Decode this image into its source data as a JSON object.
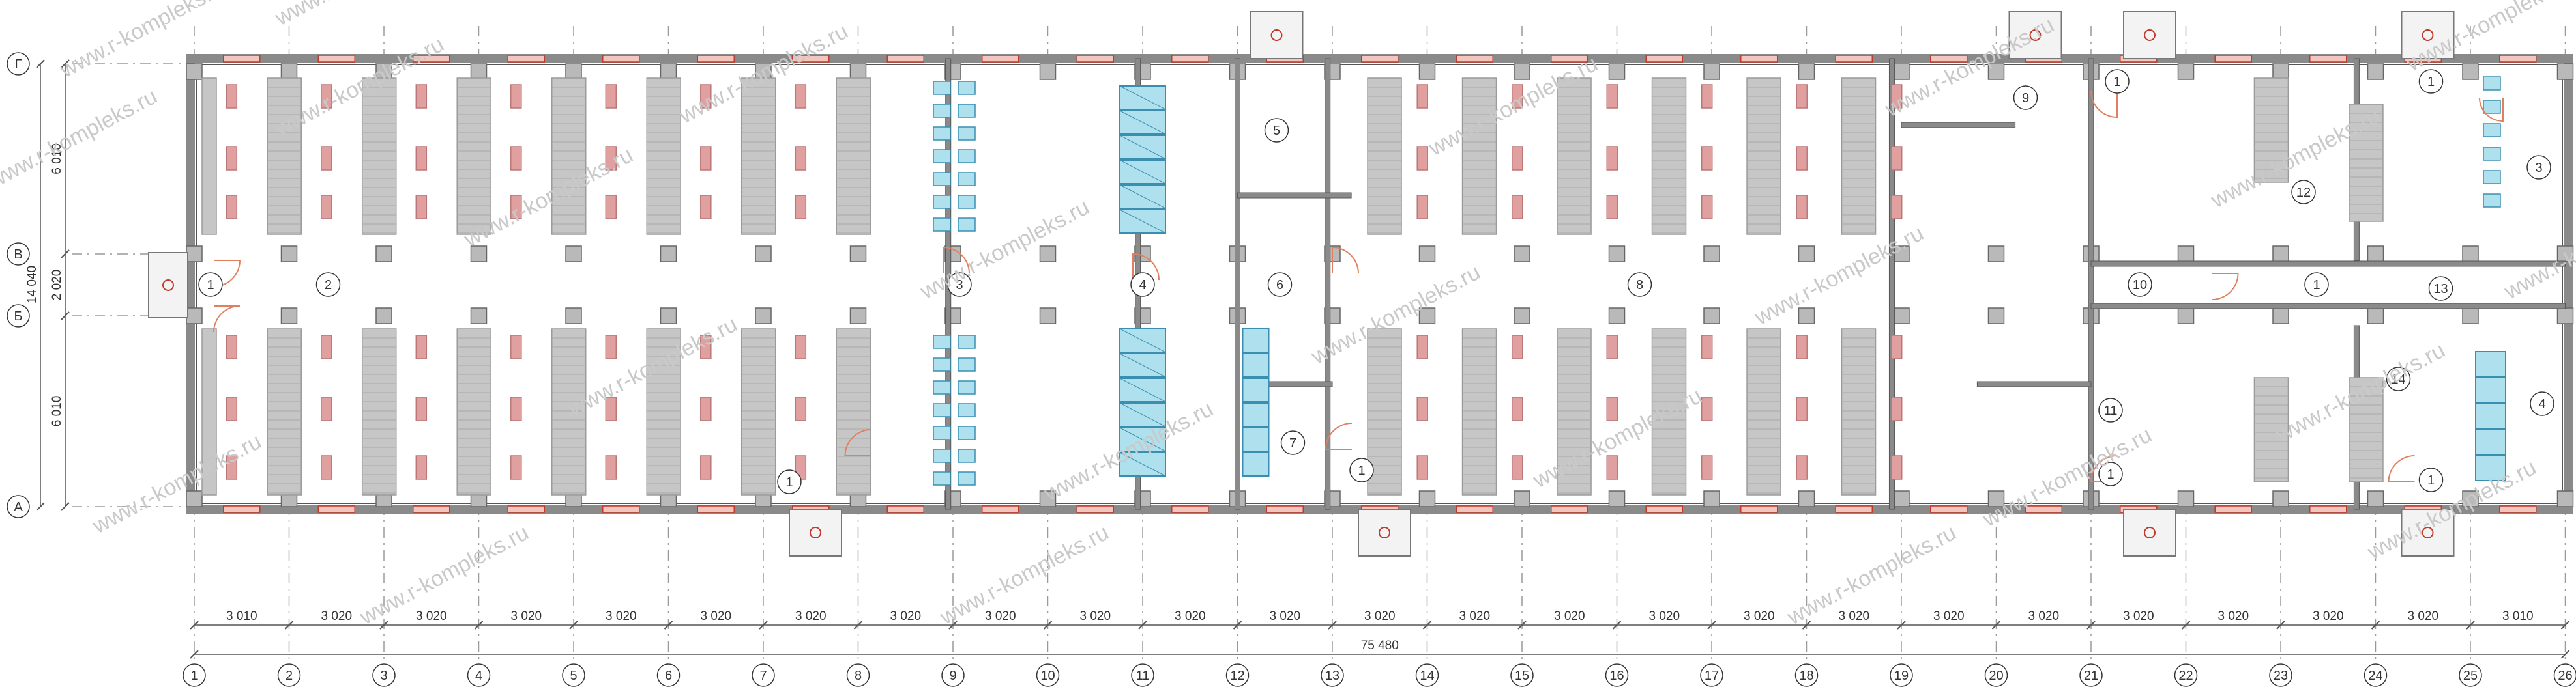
{
  "axes": {
    "numbers": [
      "1",
      "2",
      "3",
      "4",
      "5",
      "6",
      "7",
      "8",
      "9",
      "10",
      "11",
      "12",
      "13",
      "14",
      "15",
      "16",
      "17",
      "18",
      "19",
      "20",
      "21",
      "22",
      "23",
      "24",
      "25",
      "26"
    ],
    "letters": [
      {
        "label": "Г"
      },
      {
        "label": "В"
      },
      {
        "label": "Б"
      },
      {
        "label": "А"
      }
    ]
  },
  "dimensions": {
    "spans": [
      "3 010",
      "3 020",
      "3 020",
      "3 020",
      "3 020",
      "3 020",
      "3 020",
      "3 020",
      "3 020",
      "3 020",
      "3 020",
      "3 020",
      "3 020",
      "3 020",
      "3 020",
      "3 020",
      "3 020",
      "3 020",
      "3 020",
      "3 020",
      "3 020",
      "3 020",
      "3 020",
      "3 020",
      "3 010"
    ],
    "total": "75 480",
    "left": {
      "spans": [
        "6 010",
        "2 020",
        "6 010"
      ],
      "total": "14 040"
    }
  },
  "rooms": [
    {
      "id": "1"
    },
    {
      "id": "2"
    },
    {
      "id": "3"
    },
    {
      "id": "4"
    },
    {
      "id": "5"
    },
    {
      "id": "6"
    },
    {
      "id": "7"
    },
    {
      "id": "1"
    },
    {
      "id": "8"
    },
    {
      "id": "9"
    },
    {
      "id": "1"
    },
    {
      "id": "10"
    },
    {
      "id": "11"
    },
    {
      "id": "1"
    },
    {
      "id": "12"
    },
    {
      "id": "1"
    },
    {
      "id": "13"
    },
    {
      "id": "14"
    },
    {
      "id": "1"
    },
    {
      "id": "1"
    },
    {
      "id": "3"
    },
    {
      "id": "4"
    },
    {
      "id": "1"
    }
  ],
  "watermark": "www.r-kompleks.ru",
  "colors": {
    "wall": "#8a8a8a",
    "wall_dark": "#555555",
    "column": "#b9b9b9",
    "shelf": "#c6c6c6",
    "bed_red": "#e0a0a0",
    "window_red": "#c0392b",
    "door": "#e08060",
    "glass": "#aee0ee",
    "axis_line": "#9a9a9a"
  }
}
